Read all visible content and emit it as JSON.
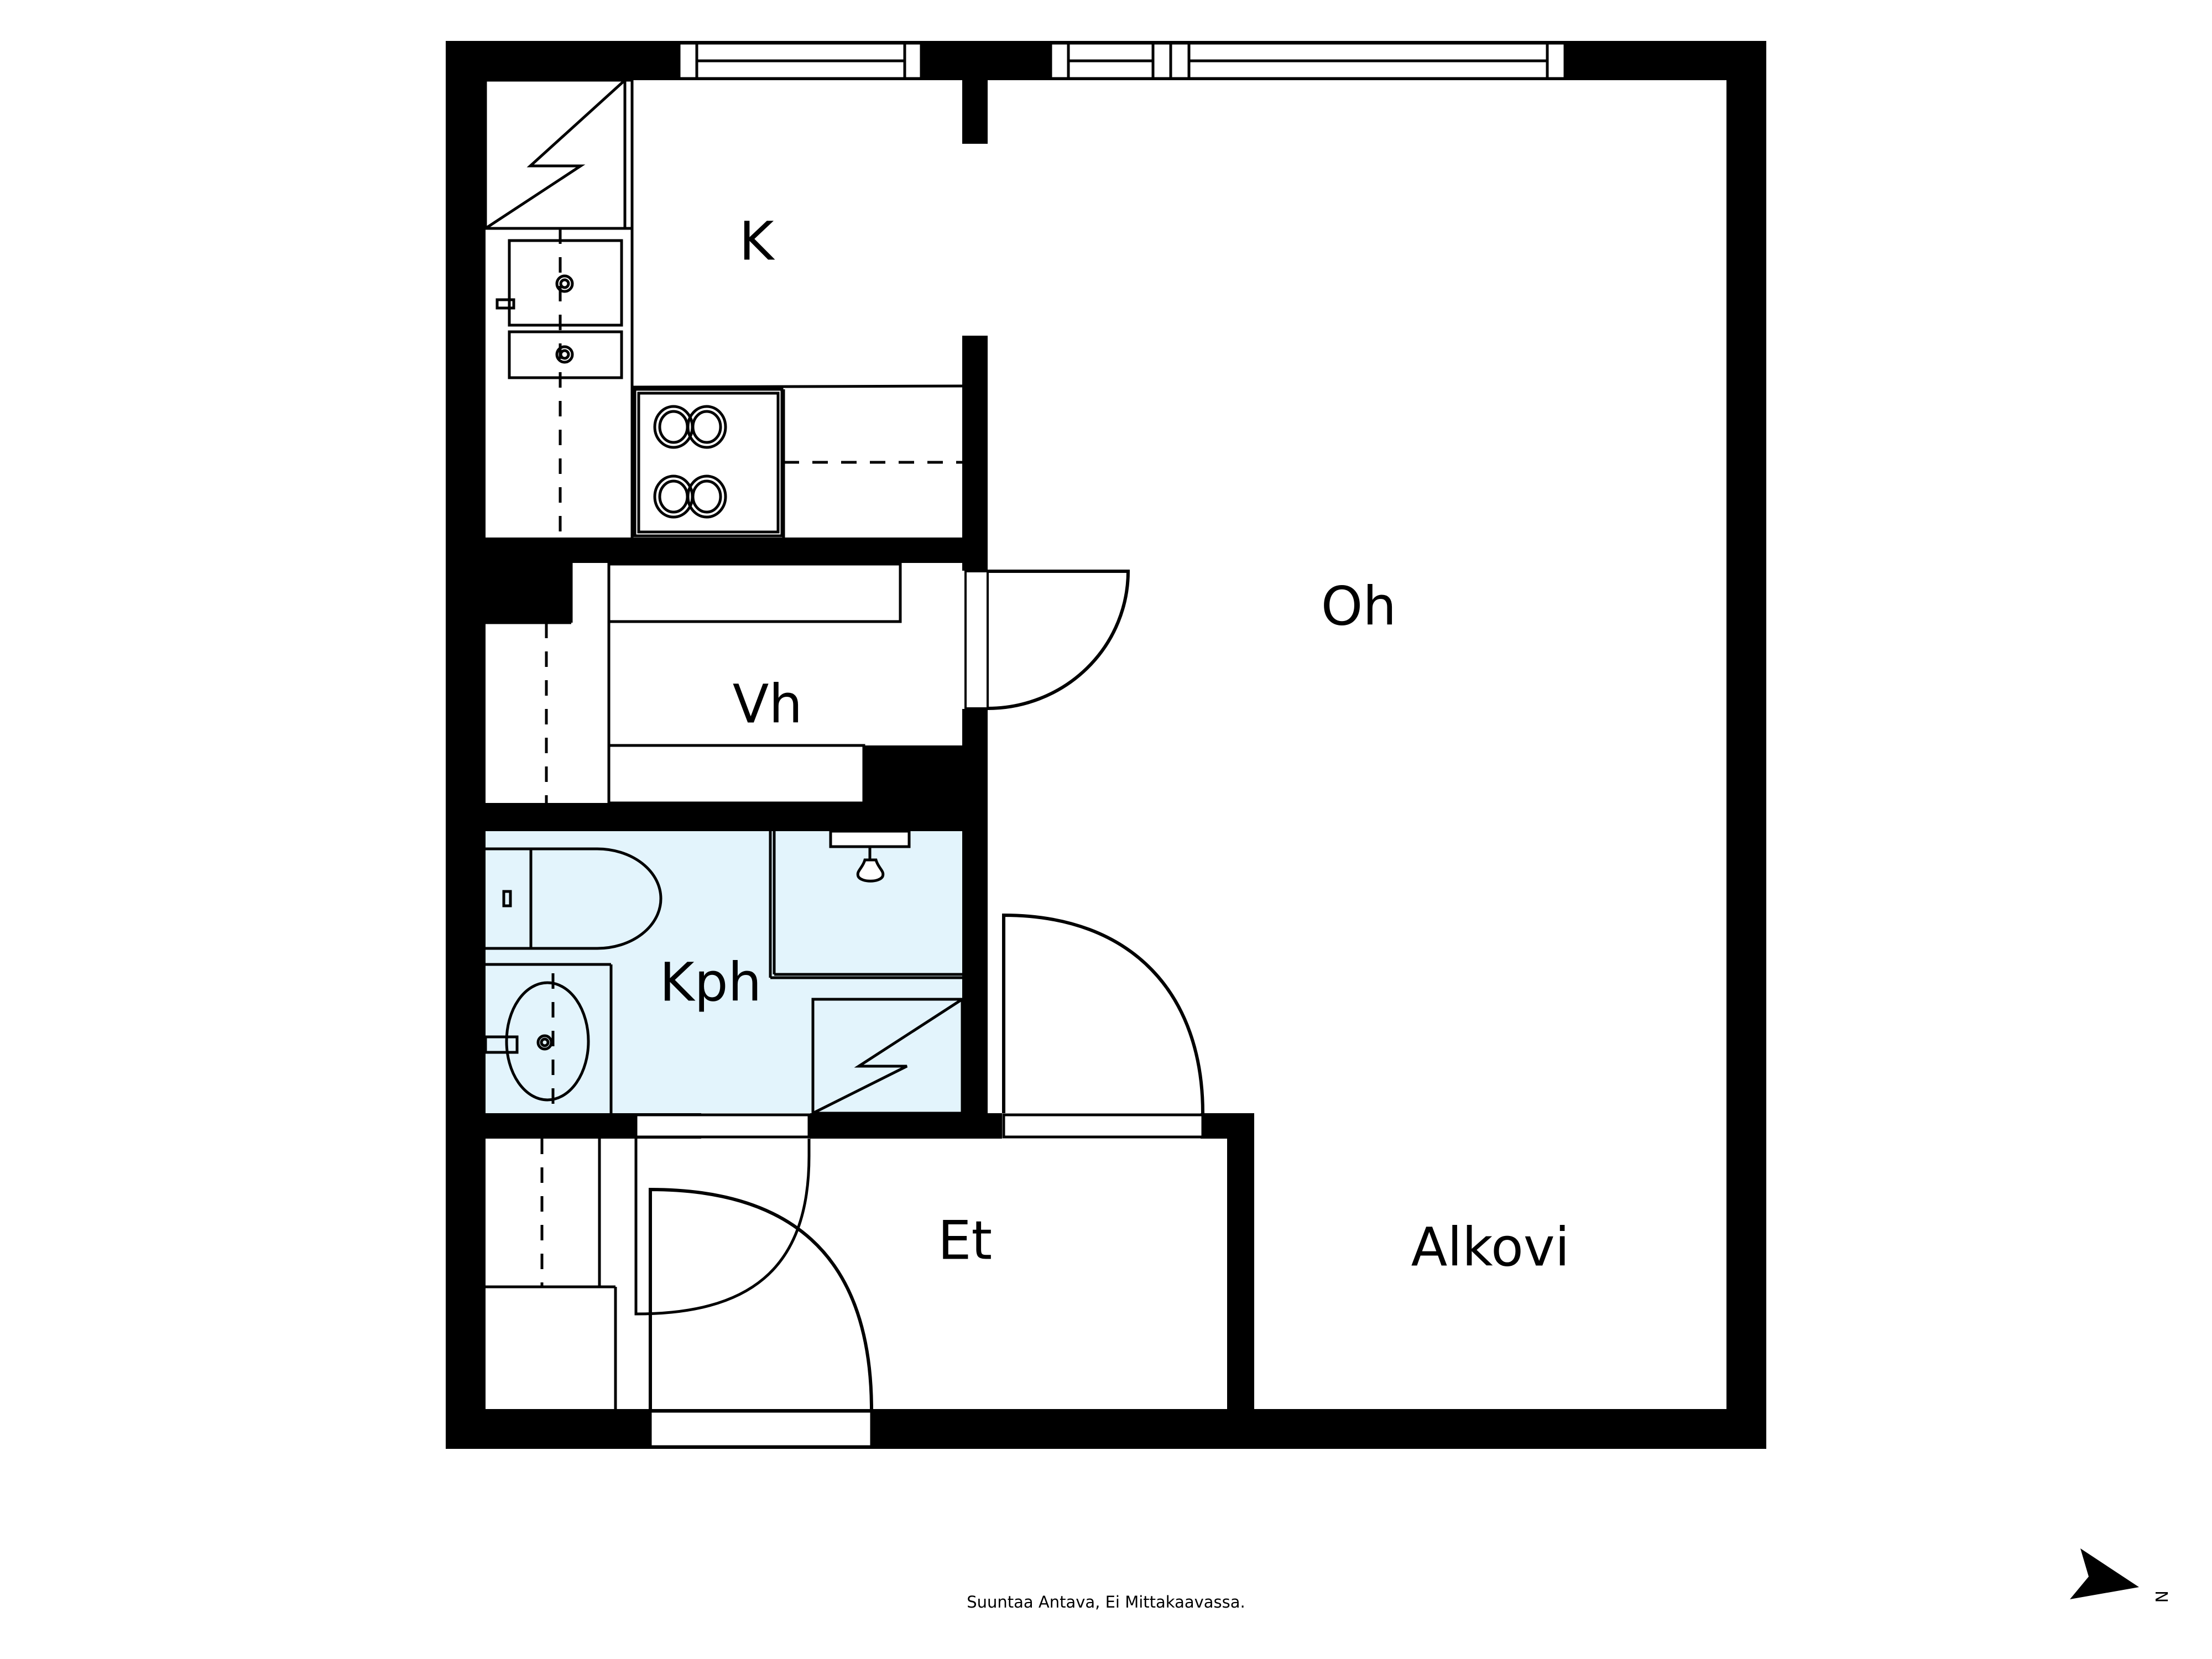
{
  "plan": {
    "type": "floor-plan",
    "rooms": [
      {
        "id": "k",
        "label": "K",
        "meaning": "kitchen"
      },
      {
        "id": "oh",
        "label": "Oh",
        "meaning": "living room"
      },
      {
        "id": "vh",
        "label": "Vh",
        "meaning": "wardrobe"
      },
      {
        "id": "kph",
        "label": "Kph",
        "meaning": "bathroom"
      },
      {
        "id": "et",
        "label": "Et",
        "meaning": "entrance hall"
      },
      {
        "id": "alkovi",
        "label": "Alkovi",
        "meaning": "alcove"
      }
    ],
    "colors": {
      "wall": "#000000",
      "floor": "#ffffff",
      "bathroom_floor": "#e3f4fc"
    }
  },
  "footer": {
    "note": "Suuntaa Antava, Ei Mittakaavassa."
  },
  "compass": {
    "label": "N",
    "icon": "north-arrow-icon"
  }
}
